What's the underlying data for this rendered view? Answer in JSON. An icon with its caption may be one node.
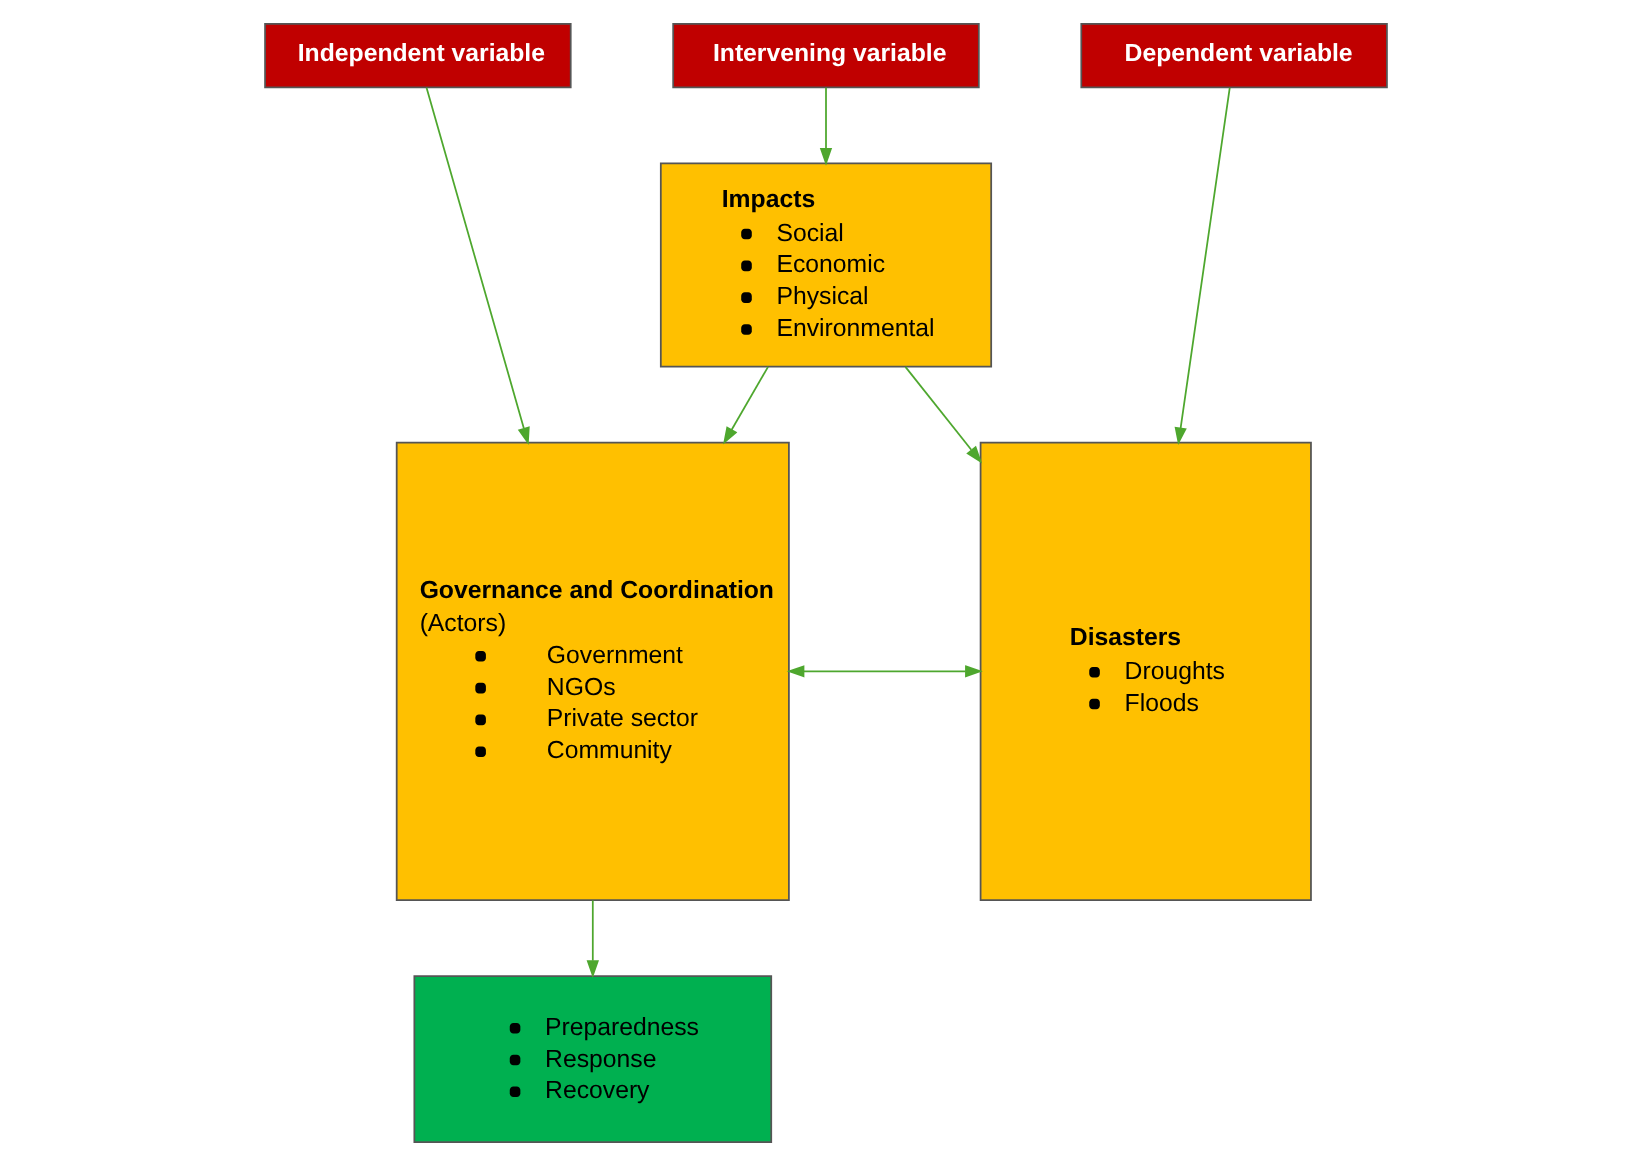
{
  "diagram": {
    "nodes": [
      {
        "text": [
          "Independent variable"
        ]
      },
      {
        "text": [
          "Intervening variable"
        ]
      },
      {
        "text": [
          "Dependent variable"
        ]
      },
      {
        "text": [
          "Governance and Coordination",
          "(Actors)",
          "Government",
          "NGOs",
          "Private sector",
          "Community"
        ]
      },
      {
        "text": [
          "Impacts",
          "Social",
          "Economic",
          "Physical",
          "Environmental"
        ]
      },
      {
        "text": [
          "Disasters",
          "Droughts",
          "Floods"
        ]
      },
      {
        "text": [
          "Preparedness",
          "Response",
          "Recovery"
        ]
      }
    ],
    "edges": [
      {
        "from": 0,
        "to": 3,
        "arrow": "to"
      },
      {
        "from": 1,
        "to": 4,
        "arrow": "to"
      },
      {
        "from": 2,
        "to": 5,
        "arrow": "to"
      },
      {
        "from": 3,
        "to": 5,
        "arrow": "both"
      },
      {
        "from": 4,
        "to": 3,
        "arrow": "to"
      },
      {
        "from": 4,
        "to": 5,
        "arrow": "to"
      },
      {
        "from": 3,
        "to": 6,
        "arrow": "to"
      }
    ]
  }
}
